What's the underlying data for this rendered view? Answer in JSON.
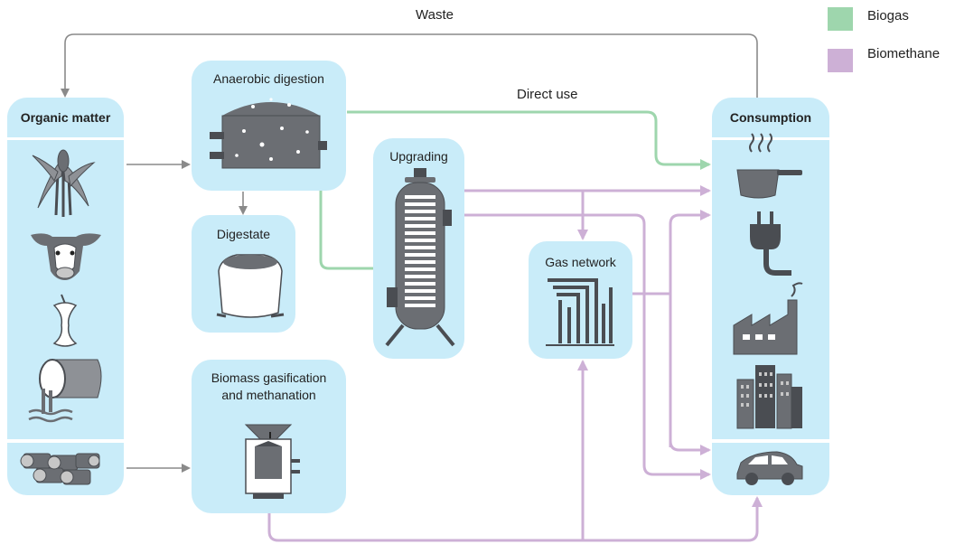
{
  "diagram": {
    "colors": {
      "panel": "#c9ecf9",
      "panel_divider": "#ffffff",
      "biogas": "#9ed6ad",
      "biomethane": "#cdb0d6",
      "waste_arrow": "#8a8a8a",
      "icon_dark": "#4a4d52",
      "icon_mid": "#8e9196"
    },
    "legend": [
      {
        "label": "Biogas",
        "color": "#9ed6ad"
      },
      {
        "label": "Biomethane",
        "color": "#cdb0d6"
      }
    ],
    "labels": {
      "waste": "Waste",
      "direct_use": "Direct use"
    },
    "nodes": {
      "organic_matter": "Organic matter",
      "anaerobic_digestion": "Anaerobic digestion",
      "digestate": "Digestate",
      "upgrading": "Upgrading",
      "gas_network": "Gas network",
      "gasification_line1": "Biomass gasification",
      "gasification_line2": "and methanation",
      "consumption": "Consumption"
    },
    "icons": {
      "organic_matter": [
        "corn-plant-icon",
        "cow-icon",
        "apple-core-icon",
        "wastewater-pipe-icon",
        "wood-logs-icon"
      ],
      "consumption": [
        "cooking-pot-icon",
        "electric-plug-icon",
        "factory-icon",
        "buildings-icon",
        "car-icon"
      ],
      "process": [
        "digester-tank-icon",
        "digestate-sack-icon",
        "upgrading-column-icon",
        "gas-pipes-icon",
        "gasifier-icon"
      ]
    }
  }
}
